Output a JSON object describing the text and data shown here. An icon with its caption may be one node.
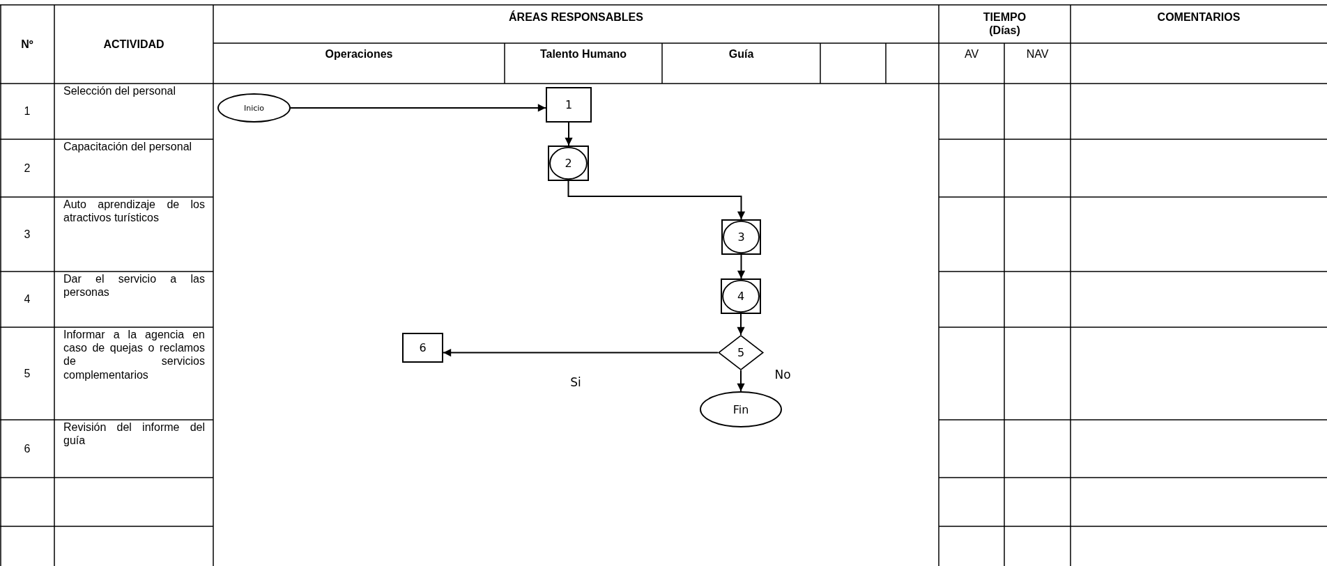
{
  "diagram": {
    "nodes": [
      {
        "text": [
          "Inicio"
        ]
      },
      {
        "text": [
          "1"
        ]
      },
      {
        "text": [
          "2"
        ]
      },
      {
        "text": [
          "3"
        ]
      },
      {
        "text": [
          "4"
        ]
      },
      {
        "text": [
          "5"
        ]
      },
      {
        "text": [
          "6"
        ]
      },
      {
        "text": [
          "Fin"
        ]
      }
    ],
    "edges": [
      {
        "from": 0,
        "to": 1,
        "arrow": "to"
      },
      {
        "from": 1,
        "to": 2,
        "arrow": "to"
      },
      {
        "from": 2,
        "to": 3,
        "arrow": "to"
      },
      {
        "from": 3,
        "to": 4,
        "arrow": "to"
      },
      {
        "from": 4,
        "to": 5,
        "arrow": "to"
      },
      {
        "from": 5,
        "to": 6,
        "arrow": "to",
        "label": "Si"
      },
      {
        "from": 5,
        "to": 7,
        "arrow": "to",
        "label": "No"
      }
    ],
    "labels": [
      "Nº",
      "ACTIVIDAD",
      "ÁREAS RESPONSABLES",
      "TIEMPO (Días)",
      "COMENTARIOS",
      "Operaciones",
      "Talento Humano",
      "Guía",
      "AV",
      "NAV",
      "1",
      "Selección del personal",
      "2",
      "Capacitación del personal",
      "3",
      "Auto aprendizaje de los atractivos turísticos",
      "4",
      "Dar el servicio a las personas",
      "5",
      "Informar a la agencia en caso de quejas o reclamos de servicios complementarios",
      "6",
      "Revisión del informe del guía"
    ]
  }
}
